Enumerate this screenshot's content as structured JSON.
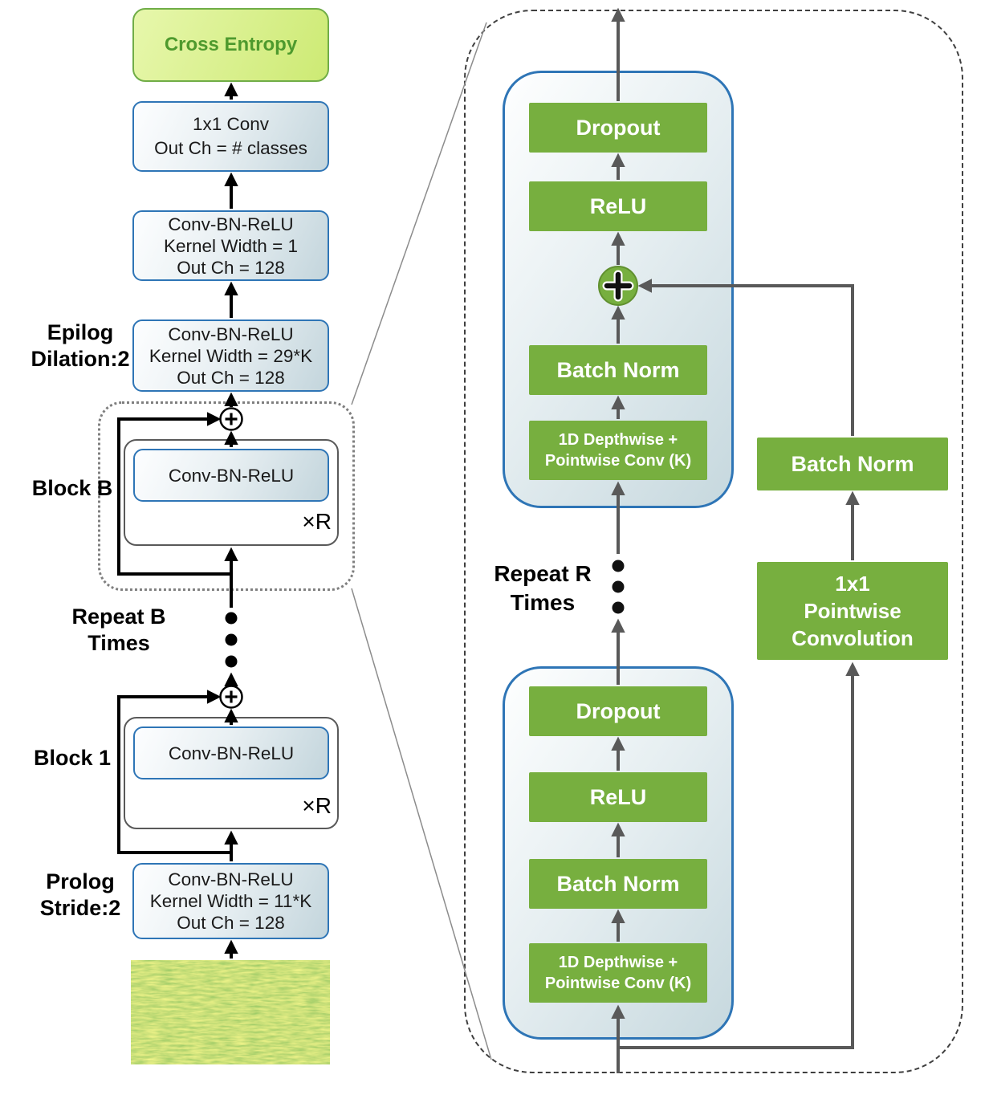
{
  "colors": {
    "green_box": "#77af3f",
    "blue_border": "#2e75b6",
    "cross_entropy_border": "#70ad47",
    "cross_entropy_text": "#4e9a2e",
    "arrow_left": "#000000",
    "arrow_right": "#595959"
  },
  "icons": {
    "add": "+"
  },
  "left_column": {
    "cross_entropy": {
      "label": "Cross Entropy"
    },
    "conv_1x1": {
      "lines": [
        "1x1 Conv",
        "Out Ch = # classes"
      ]
    },
    "epilog_conv_kw1": {
      "lines": [
        "Conv-BN-ReLU",
        "Kernel Width = 1",
        "Out Ch = 128"
      ]
    },
    "epilog_conv_kw29k": {
      "lines": [
        "Conv-BN-ReLU",
        "Kernel Width = 29*K",
        "Out Ch = 128"
      ]
    },
    "epilog_label": {
      "lines": [
        "Epilog",
        "Dilation:2"
      ]
    },
    "block_b": {
      "label": "Block B",
      "conv": "Conv-BN-ReLU",
      "repeat": "×R"
    },
    "repeat_b_label": {
      "lines": [
        "Repeat B",
        "Times"
      ]
    },
    "block_1": {
      "label": "Block 1",
      "conv": "Conv-BN-ReLU",
      "repeat": "×R"
    },
    "prolog_label": {
      "lines": [
        "Prolog",
        "Stride:2"
      ]
    },
    "prolog_conv": {
      "lines": [
        "Conv-BN-ReLU",
        "Kernel Width = 11*K",
        "Out Ch = 128"
      ]
    }
  },
  "block_detail": {
    "top_subblock": {
      "dropout": "Dropout",
      "relu": "ReLU",
      "batch_norm": "Batch Norm",
      "conv_lines": [
        "1D Depthwise +",
        "Pointwise Conv (K)"
      ]
    },
    "repeat_r_label": {
      "lines": [
        "Repeat R",
        "Times"
      ]
    },
    "bottom_subblock": {
      "dropout": "Dropout",
      "relu": "ReLU",
      "batch_norm": "Batch Norm",
      "conv_lines": [
        "1D Depthwise +",
        "Pointwise Conv (K)"
      ]
    },
    "residual_branch": {
      "pointwise_conv_lines": [
        "1x1",
        "Pointwise",
        "Convolution"
      ],
      "batch_norm": "Batch Norm"
    }
  }
}
